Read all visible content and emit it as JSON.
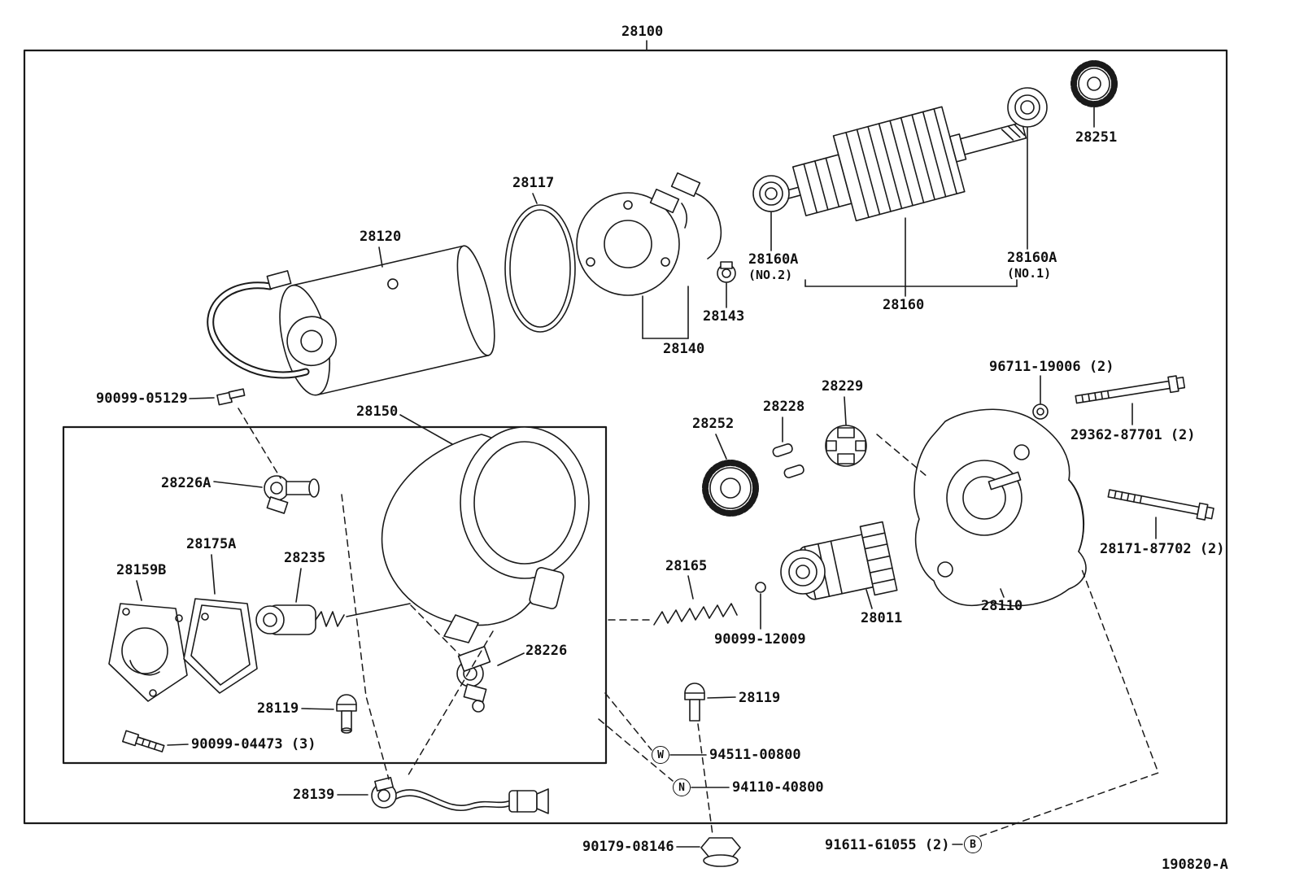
{
  "assembly": {
    "part_number": "28100"
  },
  "page": {
    "doc_number": "190820-A"
  },
  "labels": {
    "p28251": "28251",
    "p28117": "28117",
    "p28120": "28120",
    "p28160a_no2": "28160A",
    "p28160a_no2_sub": "(NO.2)",
    "p28160a_no1": "28160A",
    "p28160a_no1_sub": "(NO.1)",
    "p28143": "28143",
    "p28160": "28160",
    "p28140": "28140",
    "p90099_05129": "90099-05129",
    "p28150": "28150",
    "p96711_19006": "96711-19006 (2)",
    "p29362_87701": "29362-87701 (2)",
    "p28229": "28229",
    "p28228": "28228",
    "p28252": "28252",
    "p28226a": "28226A",
    "p28175a": "28175A",
    "p28235": "28235",
    "p28159b": "28159B",
    "p28165": "28165",
    "p28171_87702": "28171-87702 (2)",
    "p28110": "28110",
    "p28011": "28011",
    "p90099_12009": "90099-12009",
    "p28226": "28226",
    "p28119_left": "28119",
    "p90099_04473": "90099-04473 (3)",
    "p28119_right": "28119",
    "p94511_00800": "94511-00800",
    "p94110_40800": "94110-40800",
    "p28139": "28139",
    "p90179_08146": "90179-08146",
    "p91611_61055": "91611-61055 (2)"
  },
  "markers": {
    "w": "W",
    "n": "N",
    "b": "B"
  }
}
